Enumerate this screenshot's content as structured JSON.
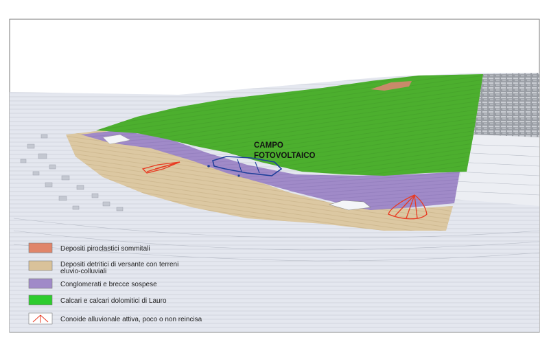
{
  "site_label": {
    "line1": "CAMPO",
    "line2": "FOTOVOLTAICO"
  },
  "legend": {
    "items": [
      {
        "label": "Depositi piroclastici sommitali",
        "color": "#e0856a"
      },
      {
        "label": "Depositi detritici di versante con terreni",
        "label_line2": "eluvio-colluviali",
        "color": "#d9c29a"
      },
      {
        "label": "Conglomerati e brecce sospese",
        "color": "#a08ac8"
      },
      {
        "label": "Calcari e calcari dolomitici di Lauro",
        "color": "#2ecc2e"
      },
      {
        "label": "Conoide alluvionale attiva, poco o non reincisa",
        "color": "#e83a22"
      }
    ]
  },
  "colors": {
    "limestone": "#4caf2e",
    "conglomerate": "#a08ac8",
    "debris": "#dcc8a2",
    "pyroclastic": "#c98a6a",
    "terrain": "#e3e6ee",
    "plant_outline": "#1f3f9a",
    "fan": "#e83a22"
  }
}
